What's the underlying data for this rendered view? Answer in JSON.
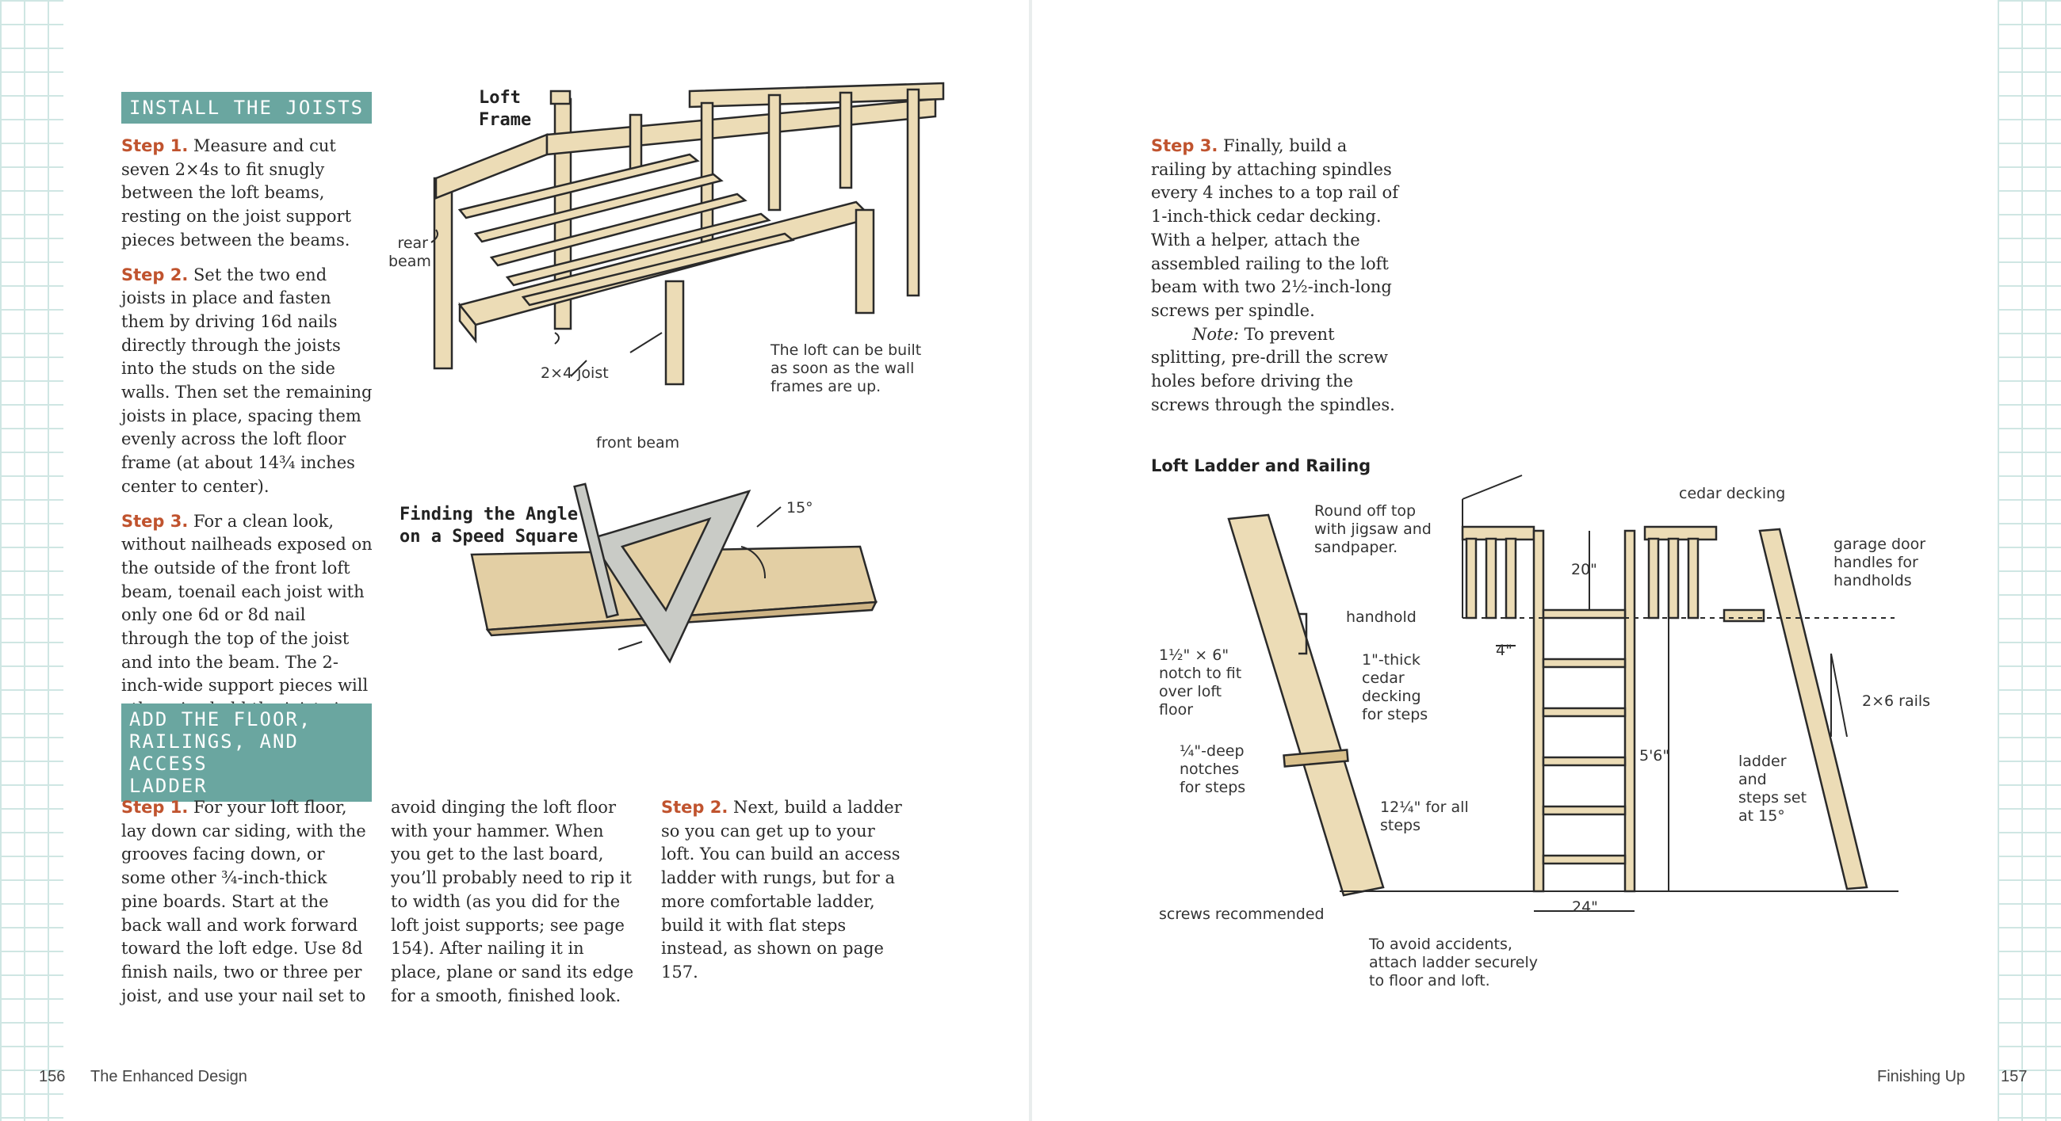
{
  "left": {
    "section1": {
      "heading": "INSTALL THE JOISTS",
      "steps": [
        {
          "label": "Step 1.",
          "text": " Measure and cut seven 2×4s to fit snugly between the loft beams, resting on the joist support pieces between the beams."
        },
        {
          "label": "Step 2.",
          "text": " Set the two end joists in place and fasten them by driving 16d nails directly through the joists into the studs on the side walls. Then set the remaining joists in place, spacing them evenly across the loft floor frame (at about 14¾ inches center to center)."
        },
        {
          "label": "Step 3.",
          "text": " For a clean look, without nailheads exposed on the outside of the front loft beam, toenail each joist with only one 6d or 8d nail through the top of the joist and into the beam. The 2-inch-wide support pieces will otherwise hold the joists in place."
        }
      ]
    },
    "section2": {
      "heading_lines": [
        "ADD THE FLOOR,",
        "RAILINGS, AND ACCESS",
        "LADDER"
      ],
      "step1_label": "Step 1.",
      "step1_text": " For your loft floor, lay down car siding, with the grooves facing down, or some other ¾-inch-thick pine boards. Start at the back wall and work forward toward the loft edge. Use 8d finish nails, two or three per joist, and use your nail set to",
      "step1_cont": "avoid dinging the loft floor with your hammer. When you get to the last board, you’ll probably need to rip it to width (as you did for the loft joist supports; see page 154). After nailing it in place, plane or sand its edge for a smooth, finished look.",
      "step2_label": "Step 2.",
      "step2_text": " Next, build a ladder so you can get up to your loft. You can build an access ladder with rungs, but for a more comfortable ladder, build it with flat steps instead, as shown on page 157."
    },
    "loft_frame": {
      "title_lines": [
        "Loft",
        "Frame"
      ],
      "label_rear_beam": [
        "rear",
        "beam"
      ],
      "label_joist": "2×4 joist",
      "label_front_beam": "front beam",
      "caption_lines": [
        "The loft can be built",
        "as soon as the wall",
        "frames are up."
      ]
    },
    "speed_square": {
      "title_lines": [
        "Finding the Angle",
        "on a Speed Square"
      ],
      "angle_label": "15°"
    },
    "footer": {
      "page_number": "156",
      "section": "The Enhanced Design"
    }
  },
  "right": {
    "step3_label": "Step 3.",
    "step3_text": " Finally, build a railing by attaching spindles every 4 inches to a top rail of 1-inch-thick cedar decking. With a helper, attach the assembled railing to the loft beam with two 2½-inch-long screws per spindle.",
    "note_label": "Note:",
    "note_text": " To prevent splitting, pre-drill the screw holes before driving the screws through the spindles.",
    "ladder": {
      "title": "Loft Ladder and Railing",
      "round_off": [
        "Round off top",
        "with jigsaw and",
        "sandpaper."
      ],
      "handhold": "handhold",
      "notch": [
        "1½\" × 6\"",
        "notch to fit",
        "over loft",
        "floor"
      ],
      "cedar_steps": [
        "1\"-thick",
        "cedar",
        "decking",
        "for steps"
      ],
      "deep_notches": [
        "¼\"-deep",
        "notches",
        "for steps"
      ],
      "for_all_steps": [
        "12¼\" for all",
        "steps"
      ],
      "screws": "screws recommended",
      "accidents": [
        "To avoid accidents,",
        "attach ladder securely",
        "to floor and loft."
      ],
      "cedar_decking": "cedar decking",
      "dim_20": "20\"",
      "dim_4": "4\"",
      "dim_56": "5'6\"",
      "dim_24": "24\"",
      "garage": [
        "garage door",
        "handles for",
        "handholds"
      ],
      "rails": "2×6 rails",
      "ladder_steps": [
        "ladder",
        "and",
        "steps set",
        "at 15°"
      ]
    },
    "footer": {
      "section": "Finishing Up",
      "page_number": "157"
    }
  },
  "colors": {
    "accent_teal": "#6aa6a0",
    "step_orange": "#c0532e",
    "grid_line": "#cfe6e3"
  }
}
